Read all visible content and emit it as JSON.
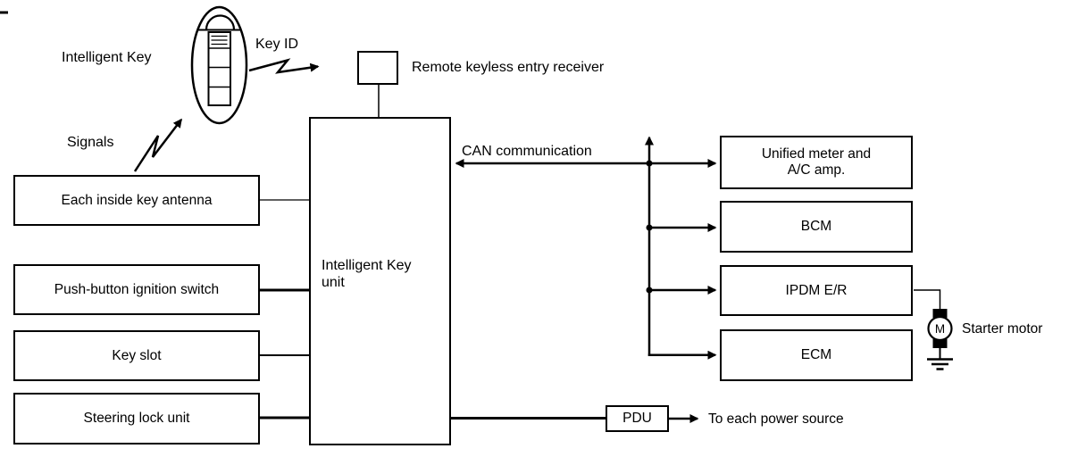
{
  "page": {
    "background": "#ffffff",
    "line_color": "#000000"
  },
  "labels": {
    "intelligent_key": "Intelligent Key",
    "key_id": "Key ID",
    "signals": "Signals",
    "remote_receiver": "Remote keyless entry receiver",
    "can_communication": "CAN communication",
    "starter_motor": "Starter motor",
    "to_each_power_source": "To each power source",
    "motor_symbol": "M"
  },
  "input_boxes": [
    {
      "label": "Each inside key antenna"
    },
    {
      "label": "Push-button ignition switch"
    },
    {
      "label": "Key slot"
    },
    {
      "label": "Steering lock unit"
    }
  ],
  "control_unit": {
    "label": "Intelligent Key unit"
  },
  "can_nodes": [
    {
      "label": "Unified meter and A/C amp."
    },
    {
      "label": "BCM"
    },
    {
      "label": "IPDM E/R"
    },
    {
      "label": "ECM"
    }
  ],
  "pdu": {
    "label": "PDU"
  }
}
